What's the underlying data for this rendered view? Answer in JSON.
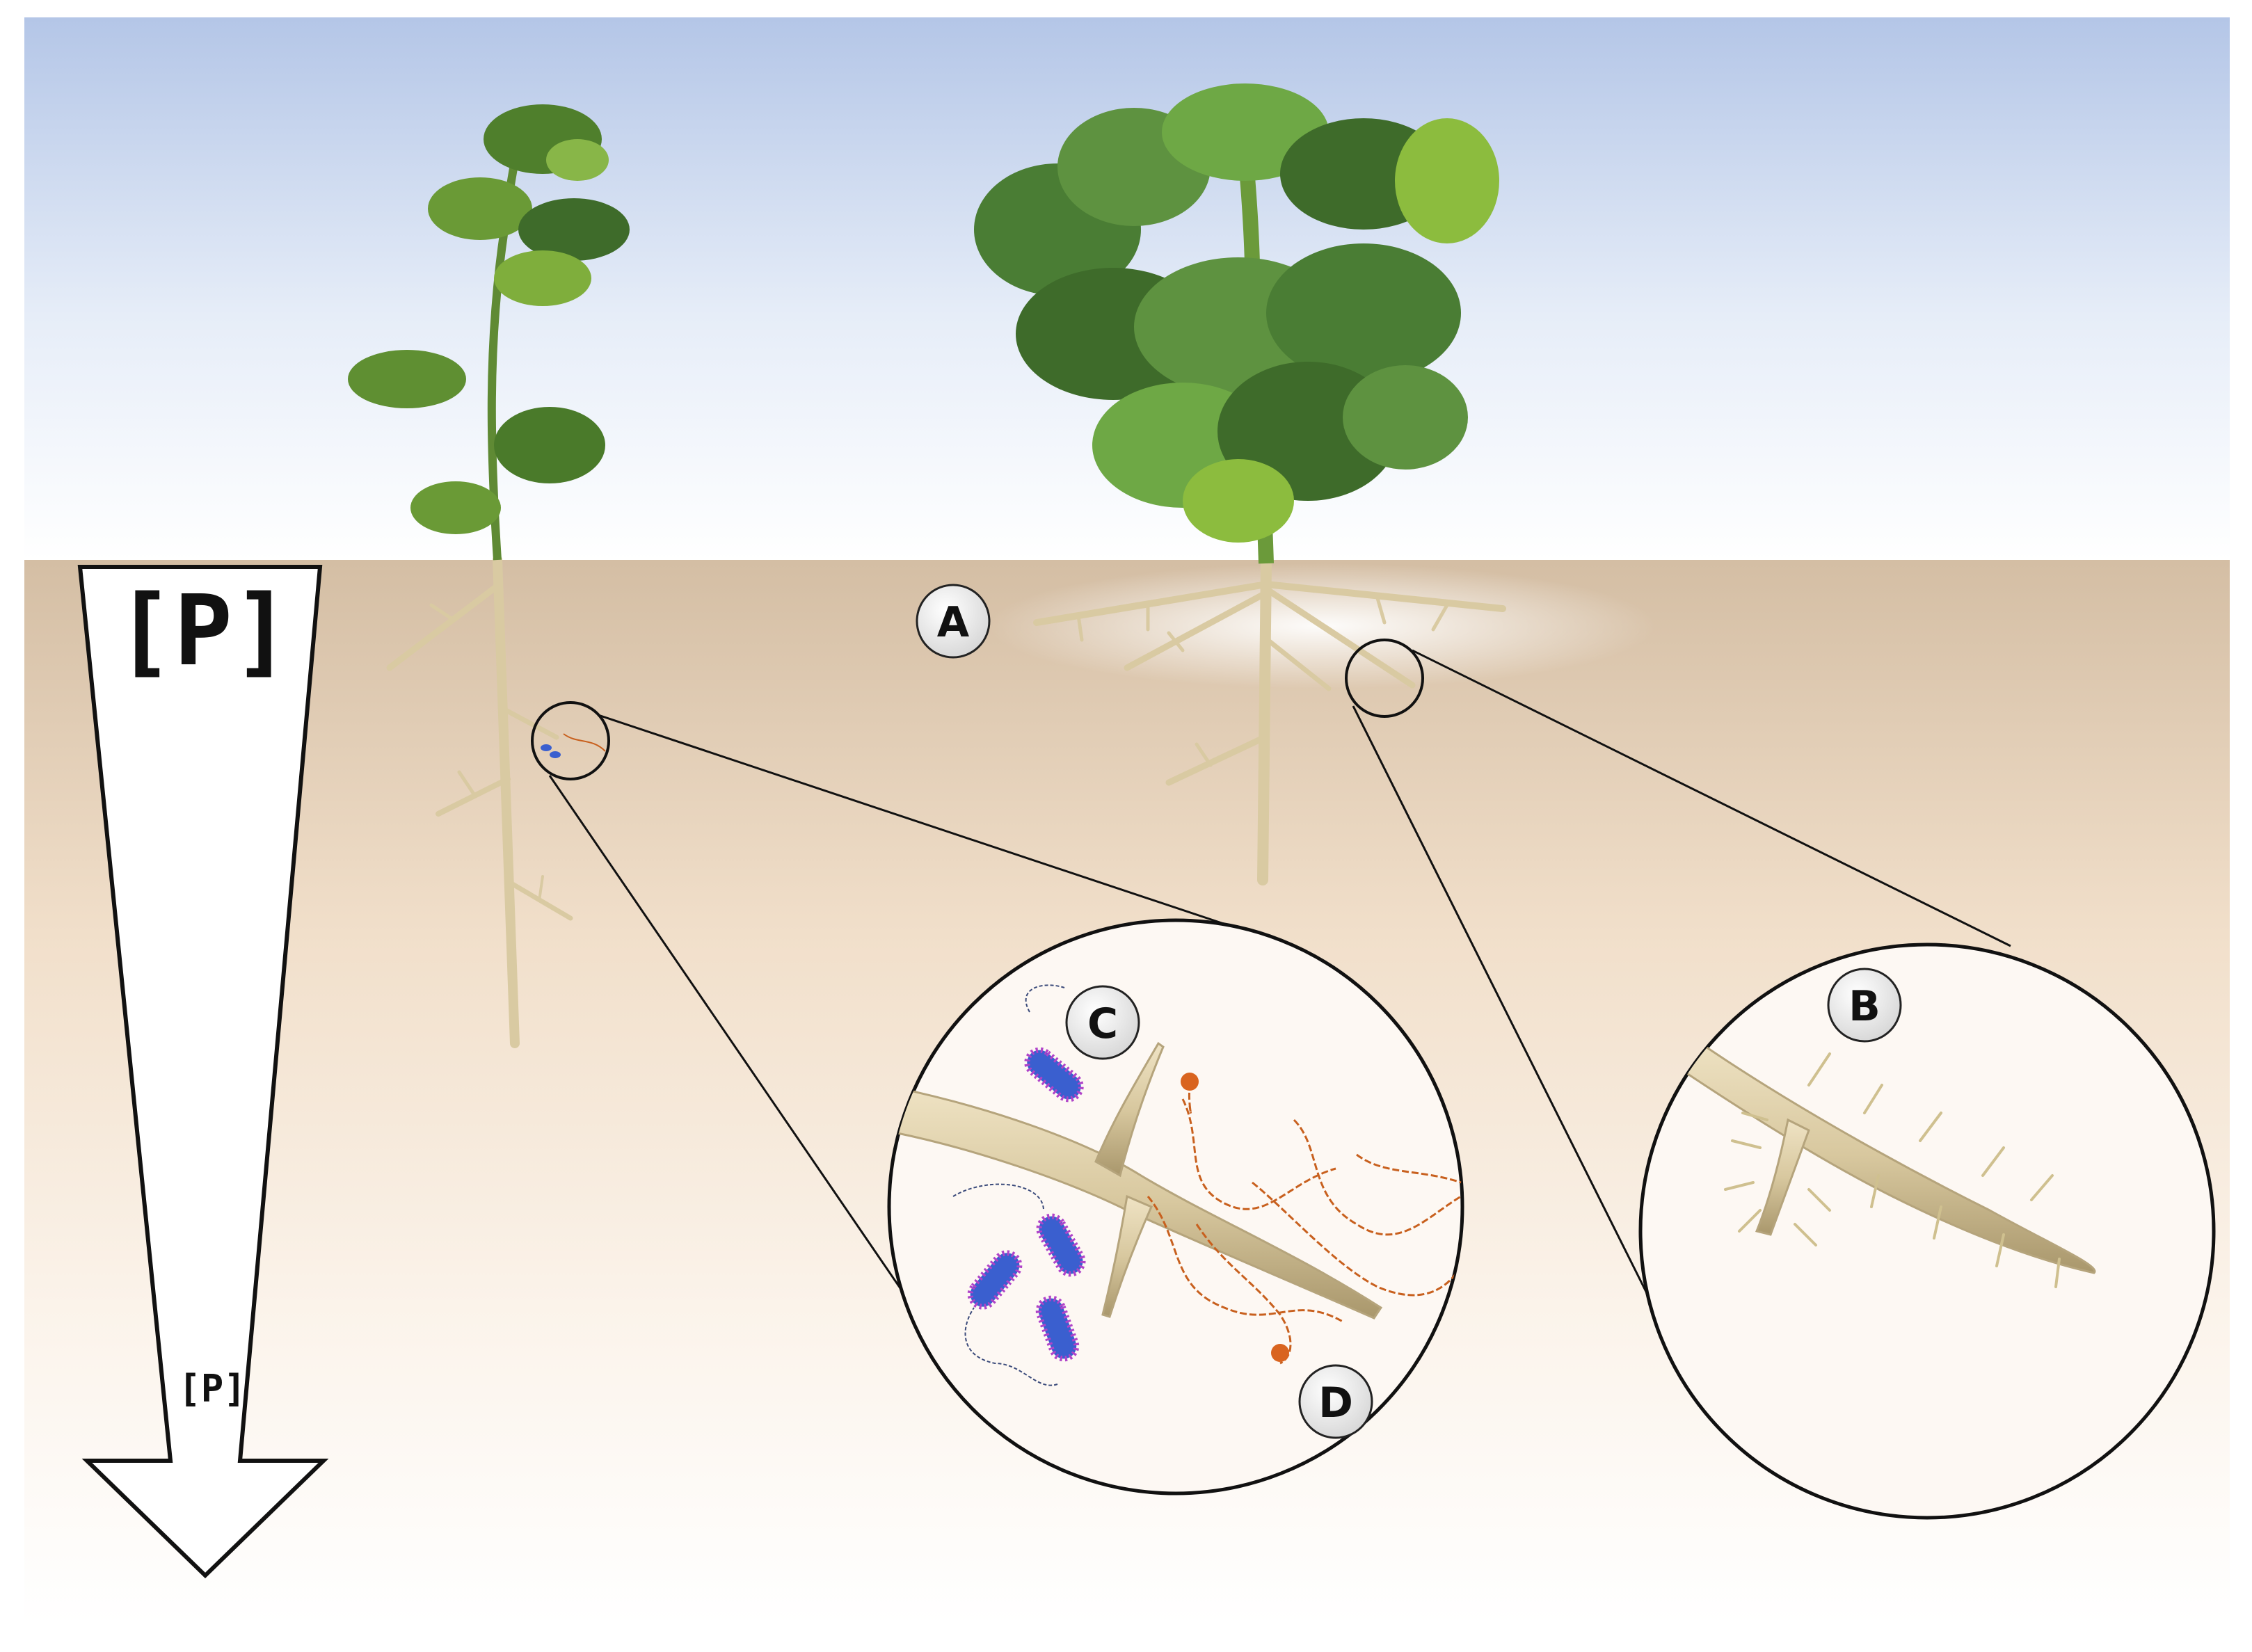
{
  "gradient_arrow": {
    "top_label": "[P]",
    "bottom_label": "[P]"
  },
  "callouts": {
    "a": "A",
    "b": "B",
    "c": "C",
    "d": "D"
  },
  "colors": {
    "sky_top": "#b4c6e7",
    "sky_bottom": "#ffffff",
    "soil_top": "#d4bea4",
    "soil_mid": "#f6e7d6",
    "soil_bottom": "#ffffff",
    "leaf_dark": "#3e6b2a",
    "leaf_light": "#7fae3c",
    "root": "#e0d2ae",
    "root_shade": "#b5a47c",
    "bacteria": "#3a5fcf",
    "bacteria_fringe": "#b043c9",
    "hyphae": "#c8601e"
  }
}
